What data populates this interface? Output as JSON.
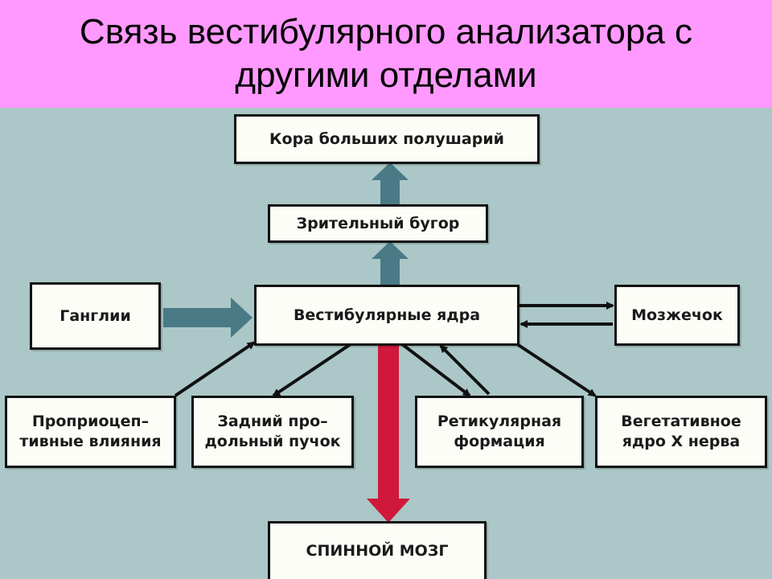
{
  "title": {
    "line1": "Связь вестибулярного анализатора с",
    "line2": "другими отделами"
  },
  "nodes": {
    "cortex": "Кора больших полушарий",
    "thalamus": "Зрительный бугор",
    "ganglia": "Ганглии",
    "vestibular_nuclei": "Вестибулярные ядра",
    "cerebellum": "Мозжечок",
    "proprioceptive": {
      "line1": "Проприоцеп–",
      "line2": "тивные влияния"
    },
    "posterior_bundle": {
      "line1": "Задний про–",
      "line2": "дольный пучок"
    },
    "reticular": {
      "line1": "Ретикулярная",
      "line2": "формация"
    },
    "vegetative": {
      "line1": "Вегетативное",
      "line2": "ядро Х нерва"
    },
    "spinal_cord": "СПИННОЙ МОЗГ"
  },
  "colors": {
    "title_background": "#ff99ff",
    "diagram_background": "#abc7c7",
    "thick_arrow": "#4a7a86",
    "spinal_arrow": "#d0183a",
    "thin_arrow": "#111111"
  }
}
